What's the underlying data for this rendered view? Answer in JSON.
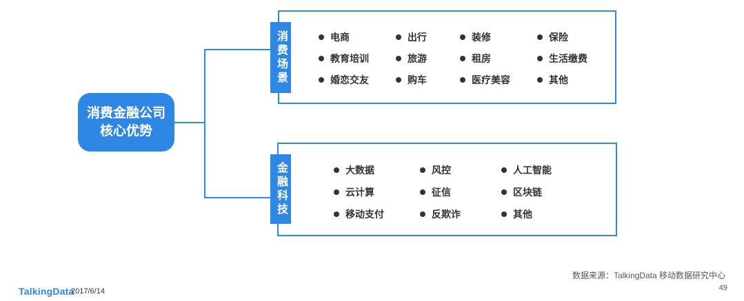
{
  "colors": {
    "accent_blue": "#2E87E4",
    "logo_blue": "#2F86DE",
    "item_text": "#333333",
    "footer_text": "#555555"
  },
  "node": {
    "line1": "消费金融公司",
    "line2": "核心优势"
  },
  "scenario_box": {
    "tab": "消费场景",
    "columns": [
      [
        "电商",
        "教育培训",
        "婚恋交友"
      ],
      [
        "出行",
        "旅游",
        "购车"
      ],
      [
        "装修",
        "租房",
        "医疗美容"
      ],
      [
        "保险",
        "生活缴费",
        "其他"
      ]
    ]
  },
  "fintech_box": {
    "tab": "金融科技",
    "columns": [
      [
        "大数据",
        "云计算",
        "移动支付"
      ],
      [
        "风控",
        "征信",
        "反欺诈"
      ],
      [
        "人工智能",
        "区块链",
        "其他"
      ]
    ]
  },
  "footer": {
    "logo": "TalkingData",
    "date": "2017/6/14",
    "source": "数据来源：TalkingData 移动数据研究中心",
    "page": "49"
  }
}
